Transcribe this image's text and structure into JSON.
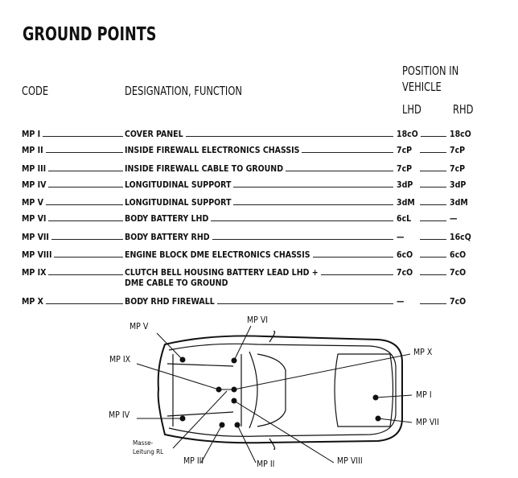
{
  "title": "GROUND POINTS",
  "headers": {
    "code": "CODE",
    "designation": "DESIGNATION, FUNCTION",
    "position_line1": "POSITION IN",
    "position_line2": "VEHICLE",
    "lhd": "LHD",
    "rhd": "RHD"
  },
  "rows": [
    {
      "code": "MP I",
      "designation": "COVER PANEL",
      "designation2": "",
      "lhd": "18cO",
      "rhd": "18cO"
    },
    {
      "code": "MP II",
      "designation": "INSIDE FIREWALL  ELECTRONICS CHASSIS",
      "designation2": "",
      "lhd": "7cP",
      "rhd": "7cP"
    },
    {
      "code": "MP III",
      "designation": "INSIDE FIREWALL CABLE TO GROUND",
      "designation2": "",
      "lhd": "7cP",
      "rhd": "7cP"
    },
    {
      "code": "MP IV",
      "designation": "LONGITUDINAL SUPPORT",
      "designation2": "",
      "lhd": "3dP",
      "rhd": "3dP"
    },
    {
      "code": "MP V",
      "designation": "LONGITUDINAL SUPPORT",
      "designation2": "",
      "lhd": "3dM",
      "rhd": "3dM"
    },
    {
      "code": "MP VI",
      "designation": "BODY BATTERY LHD",
      "designation2": "",
      "lhd": "6cL",
      "rhd": "—"
    },
    {
      "code": "MP VII",
      "designation": "BODY  BATTERY RHD",
      "designation2": "",
      "lhd": "—",
      "rhd": "16cQ"
    },
    {
      "code": "MP VIII",
      "designation": "ENGINE BLOCK  DME ELECTRONICS CHASSIS",
      "designation2": "",
      "lhd": "6cO",
      "rhd": "6cO"
    },
    {
      "code": "MP IX",
      "designation": "CLUTCH BELL HOUSING BATTERY LEAD LHD +",
      "designation2": "DME CABLE TO GROUND",
      "lhd": "7cO",
      "rhd": "7cO"
    },
    {
      "code": "MP X",
      "designation": "BODY RHD  FIREWALL",
      "designation2": "",
      "lhd": "—",
      "rhd": "7cO"
    }
  ],
  "diagram": {
    "labels": {
      "mp1": "MP I",
      "mp2": "MP II",
      "mp3": "MP III",
      "mp4": "MP IV",
      "mp5": "MP V",
      "mp6": "MP VI",
      "mp7": "MP VII",
      "mp8": "MP VIII",
      "mp9": "MP IX",
      "mp10": "MP X",
      "masse1": "Masse-",
      "masse2": "Leitung RL"
    }
  }
}
